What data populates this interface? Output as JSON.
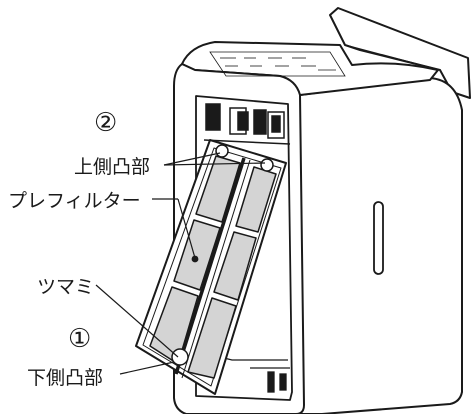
{
  "labels": {
    "step2_marker": "②",
    "upper_tabs": "上側凸部",
    "prefilter": "プレフィルター",
    "knob": "ツマミ",
    "step1_marker": "①",
    "lower_tab": "下側凸部"
  },
  "colors": {
    "line": "#1a1a1a",
    "filter_mesh": "#d4d4d4",
    "unit_body": "#ffffff",
    "shadow": "#bdbdbd"
  }
}
